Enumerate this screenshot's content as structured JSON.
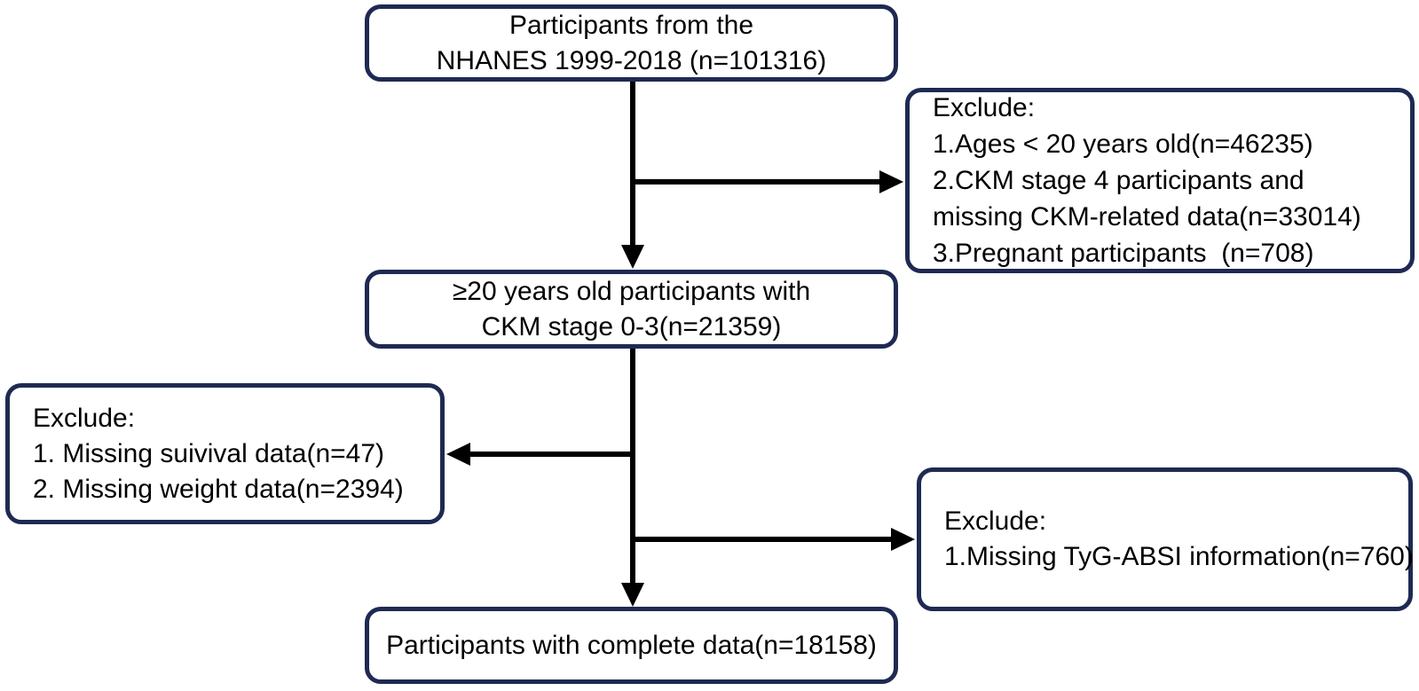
{
  "diagram": {
    "title": "NHANES participant selection flowchart",
    "colors": {
      "box_border": "#1e2a52",
      "box_fill": "#ffffff",
      "arrow": "#000000",
      "text": "#000000",
      "background": "#ffffff"
    },
    "boxes": {
      "nhanes_total": {
        "lines": [
          "Participants from the",
          "NHANES 1999-2018 (n=101316)"
        ]
      },
      "exclude_stage1": {
        "lines": [
          "Exclude:",
          "1.Ages < 20 years old(n=46235)",
          "2.CKM stage 4 participants and",
          "missing CKM-related data(n=33014)",
          "3.Pregnant participants  (n=708)"
        ]
      },
      "eligible": {
        "lines": [
          "≥20 years old participants with",
          "CKM stage 0-3(n=21359)"
        ]
      },
      "exclude_survival_weight": {
        "lines": [
          "Exclude:",
          "1. Missing suivival data(n=47)",
          "2. Missing weight data(n=2394)"
        ]
      },
      "exclude_tyg_absi": {
        "lines": [
          "Exclude:",
          "1.Missing TyG-ABSI information(n=760)"
        ]
      },
      "final_sample": {
        "lines": [
          "Participants with complete data(n=18158)"
        ]
      }
    },
    "edges": [
      {
        "from": "nhanes_total",
        "to": "eligible",
        "direction": "down"
      },
      {
        "from": "nhanes_total",
        "to": "exclude_stage1",
        "direction": "right"
      },
      {
        "from": "eligible",
        "to": "final_sample",
        "direction": "down"
      },
      {
        "from": "eligible",
        "to": "exclude_survival_weight",
        "direction": "left"
      },
      {
        "from": "eligible",
        "to": "exclude_tyg_absi",
        "direction": "right"
      }
    ]
  }
}
